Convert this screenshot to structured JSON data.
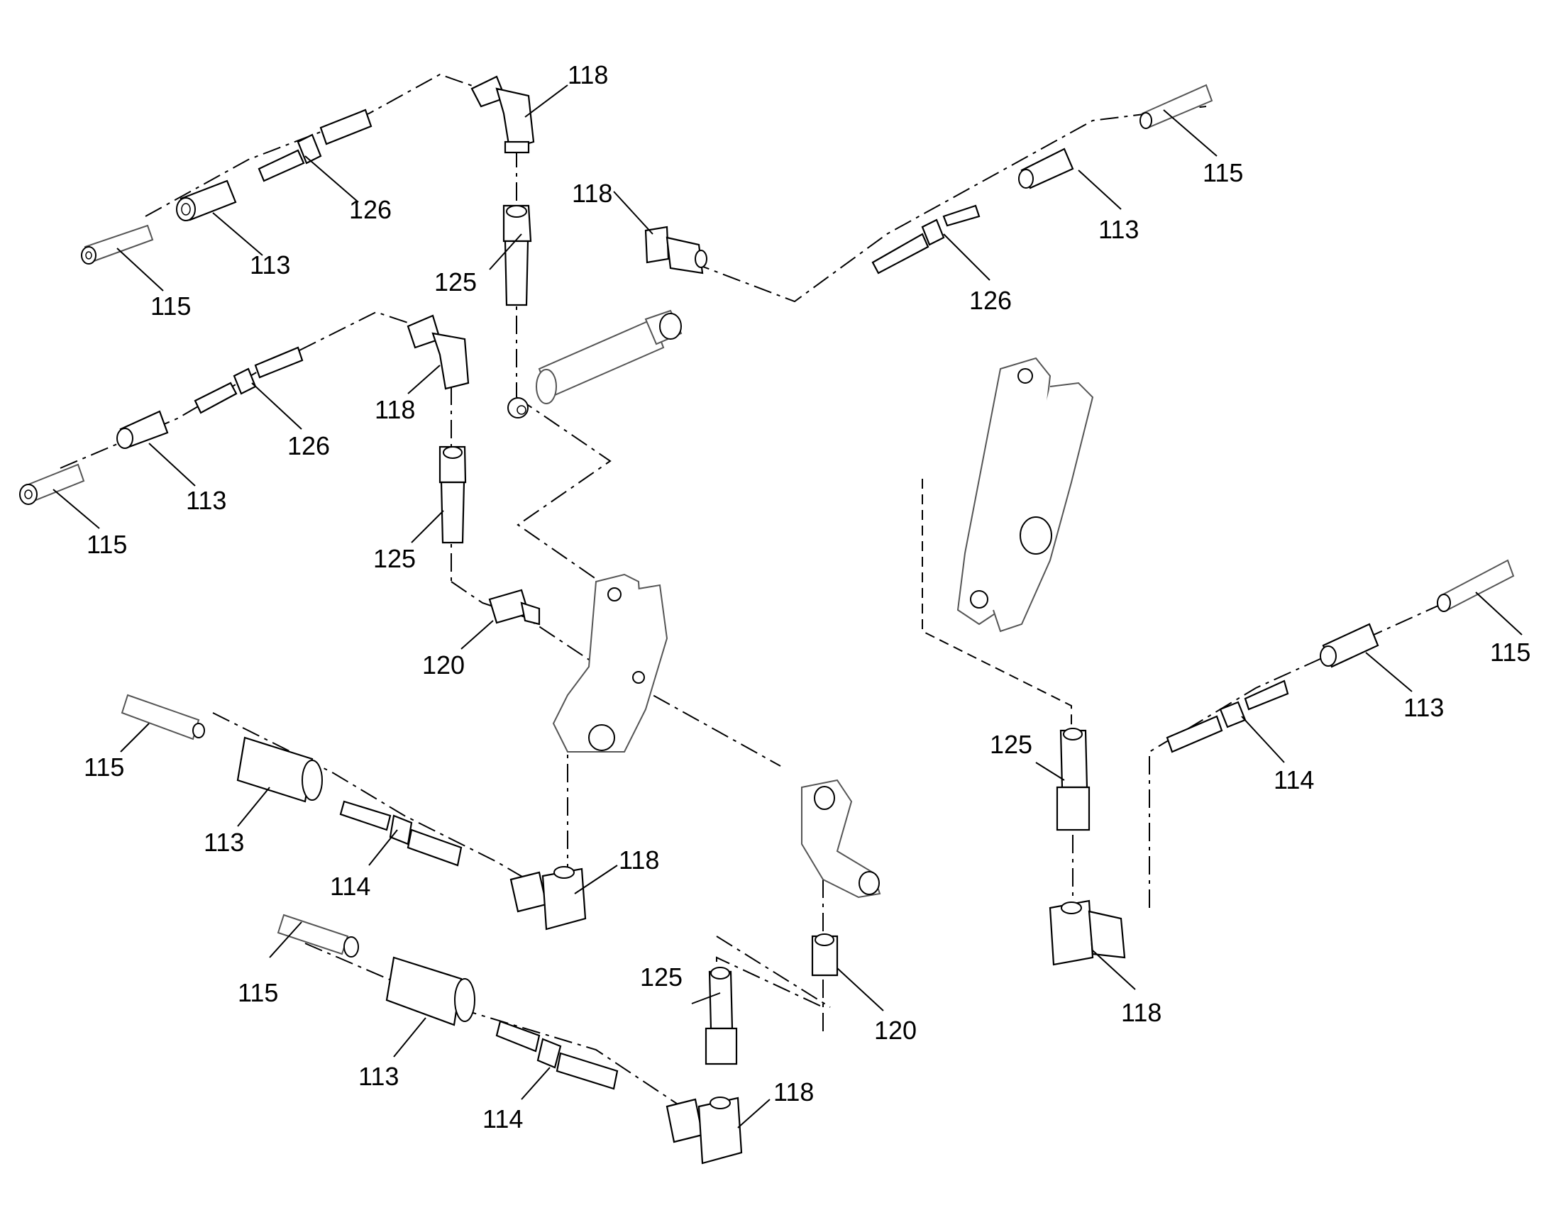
{
  "labels": {
    "l118a": "118",
    "l126a": "126",
    "l113a": "113",
    "l115a": "115",
    "l125a": "125",
    "l118b": "118",
    "l126b": "126",
    "l113b": "113",
    "l115b": "115",
    "l125b": "125",
    "l118c": "118",
    "l113c": "113",
    "l126c": "126",
    "l115c": "115",
    "l120a": "120",
    "l115d": "115",
    "l113d": "113",
    "l114a": "114",
    "l118d": "118",
    "l115e": "115",
    "l113e": "113",
    "l114b": "114",
    "l125c": "125",
    "l118e": "118",
    "l120b": "120",
    "l115f": "115",
    "l113f": "113",
    "l114c": "114",
    "l125d": "125",
    "l118f": "118"
  }
}
